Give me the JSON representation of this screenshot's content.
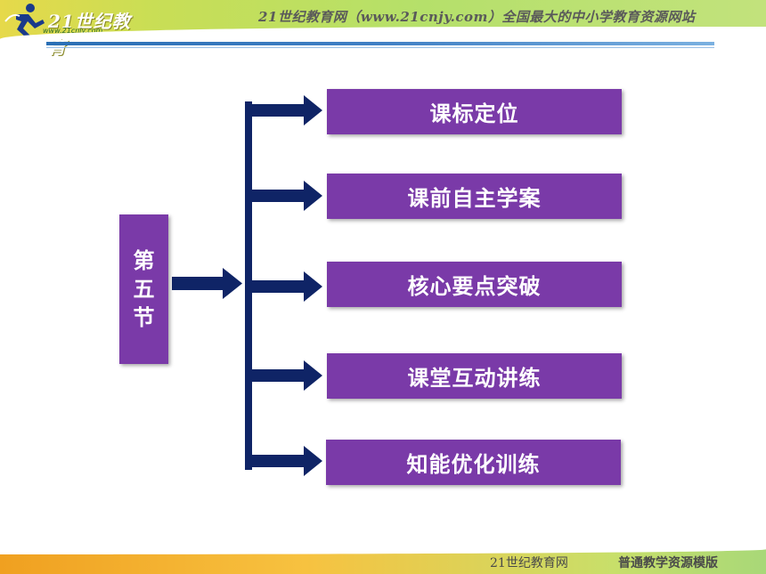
{
  "header": {
    "logo_text": "21世纪教育",
    "logo_subtext": "www.21cnjy.com",
    "tagline": "21世纪教育网（www.21cnjy.com）全国最大的中小学教育资源网站"
  },
  "section": {
    "label_chars": [
      "第",
      "五",
      "节"
    ]
  },
  "nav_items": [
    {
      "label": "课标定位"
    },
    {
      "label": "课前自主学案"
    },
    {
      "label": "核心要点突破"
    },
    {
      "label": "课堂互动讲练"
    },
    {
      "label": "知能优化训练"
    }
  ],
  "footer": {
    "site_name": "21世纪教育网",
    "template_name": "普通教学资源模版"
  },
  "colors": {
    "box_purple": "#7a3aa8",
    "arrow_navy": "#0f2466",
    "header_rule_blue": "#2a6fb5"
  }
}
